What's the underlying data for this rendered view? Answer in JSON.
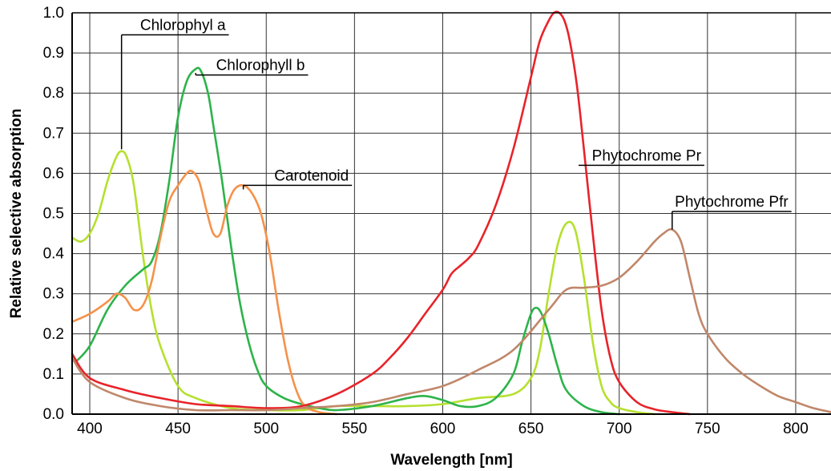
{
  "chart_data": {
    "type": "line",
    "title": "",
    "xlabel": "Wavelength [nm]",
    "ylabel": "Relative selective absorption",
    "xlim": [
      390,
      820
    ],
    "ylim": [
      0,
      1.0
    ],
    "x_ticks": [
      400,
      450,
      500,
      550,
      600,
      650,
      700,
      750,
      800
    ],
    "y_ticks": [
      0.0,
      0.1,
      0.2,
      0.3,
      0.4,
      0.5,
      0.6,
      0.7,
      0.8,
      0.9,
      1.0
    ],
    "x_tick_labels": [
      "400",
      "450",
      "500",
      "550",
      "600",
      "650",
      "700",
      "750",
      "800"
    ],
    "y_tick_labels": [
      "0.0",
      "0.1",
      "0.2",
      "0.3",
      "0.4",
      "0.5",
      "0.6",
      "0.7",
      "0.8",
      "0.9",
      "1.0"
    ],
    "grid": true,
    "series": [
      {
        "name": "Chlorophyl a",
        "color": "#b5e02e",
        "label_anchor": [
          418,
          0.66
        ],
        "label_pos": [
          424,
          0.945
        ],
        "x": [
          390,
          395,
          400,
          405,
          410,
          415,
          418,
          421,
          425,
          430,
          435,
          440,
          450,
          460,
          480,
          500,
          520,
          540,
          560,
          580,
          600,
          620,
          640,
          650,
          655,
          660,
          665,
          670,
          675,
          680,
          685,
          690,
          695,
          700,
          710,
          720
        ],
        "y": [
          0.44,
          0.43,
          0.45,
          0.5,
          0.58,
          0.64,
          0.655,
          0.64,
          0.57,
          0.4,
          0.26,
          0.17,
          0.07,
          0.04,
          0.015,
          0.01,
          0.01,
          0.02,
          0.02,
          0.02,
          0.025,
          0.04,
          0.05,
          0.09,
          0.16,
          0.3,
          0.42,
          0.475,
          0.46,
          0.34,
          0.18,
          0.07,
          0.03,
          0.015,
          0.005,
          0.0
        ]
      },
      {
        "name": "Chlorophyll b",
        "color": "#2db34a",
        "label_anchor": [
          460,
          0.85
        ],
        "label_pos": [
          467,
          0.845
        ],
        "x": [
          392,
          400,
          410,
          420,
          430,
          435,
          440,
          445,
          450,
          455,
          460,
          463,
          467,
          470,
          475,
          480,
          485,
          490,
          495,
          500,
          510,
          520,
          530,
          540,
          560,
          580,
          590,
          600,
          610,
          620,
          630,
          640,
          645,
          650,
          653,
          656,
          660,
          665,
          670,
          680,
          690,
          700
        ],
        "y": [
          0.13,
          0.17,
          0.26,
          0.32,
          0.36,
          0.38,
          0.45,
          0.58,
          0.74,
          0.83,
          0.86,
          0.855,
          0.8,
          0.72,
          0.58,
          0.42,
          0.28,
          0.18,
          0.11,
          0.07,
          0.04,
          0.025,
          0.015,
          0.01,
          0.02,
          0.04,
          0.045,
          0.035,
          0.02,
          0.02,
          0.04,
          0.1,
          0.18,
          0.25,
          0.265,
          0.25,
          0.2,
          0.12,
          0.06,
          0.02,
          0.005,
          0.0
        ]
      },
      {
        "name": "Carotenoid",
        "color": "#f5914a",
        "label_anchor": [
          487,
          0.56
        ],
        "label_pos": [
          500,
          0.57
        ],
        "x": [
          390,
          400,
          410,
          415,
          420,
          425,
          430,
          435,
          440,
          445,
          450,
          455,
          458,
          462,
          466,
          470,
          474,
          478,
          482,
          487,
          492,
          497,
          502,
          507,
          512,
          517,
          522,
          530,
          540
        ],
        "y": [
          0.23,
          0.25,
          0.28,
          0.3,
          0.29,
          0.26,
          0.27,
          0.33,
          0.44,
          0.53,
          0.57,
          0.6,
          0.605,
          0.58,
          0.51,
          0.45,
          0.45,
          0.52,
          0.56,
          0.57,
          0.55,
          0.5,
          0.4,
          0.26,
          0.14,
          0.06,
          0.02,
          0.005,
          0.0
        ]
      },
      {
        "name": "Phytochrome Pr",
        "color": "#e8232a",
        "label_anchor": [
          677,
          0.62
        ],
        "label_pos": [
          680,
          0.62
        ],
        "x": [
          390,
          400,
          420,
          440,
          460,
          480,
          500,
          520,
          540,
          560,
          570,
          580,
          590,
          600,
          605,
          610,
          615,
          620,
          630,
          640,
          650,
          655,
          660,
          663,
          666,
          669,
          672,
          676,
          680,
          685,
          690,
          695,
          700,
          710,
          720,
          730,
          740
        ],
        "y": [
          0.15,
          0.09,
          0.06,
          0.04,
          0.025,
          0.02,
          0.015,
          0.02,
          0.05,
          0.1,
          0.14,
          0.19,
          0.25,
          0.31,
          0.35,
          0.37,
          0.39,
          0.42,
          0.52,
          0.66,
          0.84,
          0.93,
          0.98,
          1.0,
          1.0,
          0.98,
          0.93,
          0.82,
          0.66,
          0.45,
          0.26,
          0.14,
          0.08,
          0.03,
          0.012,
          0.005,
          0.0
        ]
      },
      {
        "name": "Phytochrome Pfr",
        "color": "#c0876a",
        "label_anchor": [
          730,
          0.46
        ],
        "label_pos": [
          727,
          0.505
        ],
        "x": [
          390,
          400,
          420,
          440,
          460,
          480,
          500,
          520,
          540,
          560,
          580,
          600,
          620,
          640,
          660,
          670,
          680,
          690,
          700,
          710,
          720,
          725,
          730,
          735,
          740,
          745,
          750,
          760,
          770,
          780,
          790,
          800,
          810,
          820
        ],
        "y": [
          0.14,
          0.08,
          0.04,
          0.02,
          0.01,
          0.01,
          0.01,
          0.015,
          0.02,
          0.03,
          0.05,
          0.07,
          0.11,
          0.16,
          0.26,
          0.31,
          0.315,
          0.32,
          0.34,
          0.38,
          0.43,
          0.45,
          0.46,
          0.43,
          0.34,
          0.25,
          0.2,
          0.14,
          0.1,
          0.07,
          0.045,
          0.03,
          0.015,
          0.005
        ]
      }
    ]
  }
}
